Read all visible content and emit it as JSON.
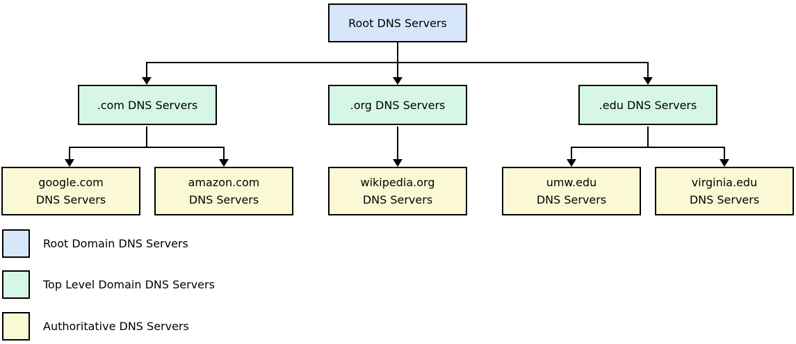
{
  "nodes": {
    "root": "Root DNS Servers",
    "com": ".com DNS Servers",
    "org": ".org DNS Servers",
    "edu": ".edu DNS Servers",
    "google": "google.com\nDNS Servers",
    "amazon": "amazon.com\nDNS Servers",
    "wikipedia": "wikipedia.org\nDNS Servers",
    "umw": "umw.edu\nDNS Servers",
    "virginia": "virginia.edu\nDNS Servers"
  },
  "edges": [
    [
      "Root DNS Servers",
      ".com DNS Servers"
    ],
    [
      "Root DNS Servers",
      ".org DNS Servers"
    ],
    [
      "Root DNS Servers",
      ".edu DNS Servers"
    ],
    [
      ".com DNS Servers",
      "google.com DNS Servers"
    ],
    [
      ".com DNS Servers",
      "amazon.com DNS Servers"
    ],
    [
      ".org DNS Servers",
      "wikipedia.org DNS Servers"
    ],
    [
      ".edu DNS Servers",
      "umw.edu DNS Servers"
    ],
    [
      ".edu DNS Servers",
      "virginia.edu DNS Servers"
    ]
  ],
  "legend": {
    "items": [
      {
        "label": "Root Domain DNS Servers",
        "color": "#d7e7fa"
      },
      {
        "label": "Top Level Domain DNS Servers",
        "color": "#d7f7e6"
      },
      {
        "label": "Authoritative DNS Servers",
        "color": "#fbf9d5"
      }
    ]
  },
  "colors": {
    "root_fill": "#d7e7fa",
    "tld_fill": "#d7f7e6",
    "authoritative_fill": "#fbf9d5",
    "border": "#000000",
    "background": "#ffffff"
  }
}
